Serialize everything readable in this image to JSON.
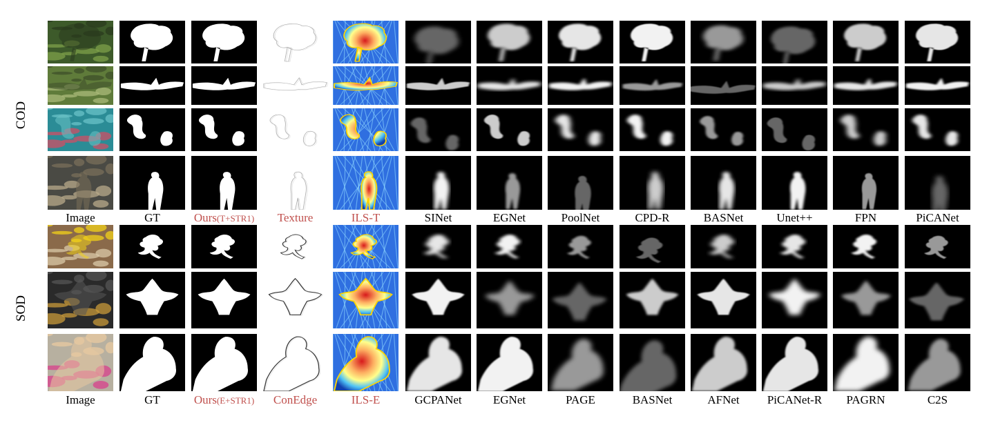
{
  "sections": [
    {
      "label": "COD",
      "captions": [
        {
          "text": "Image",
          "highlight": false
        },
        {
          "text": "GT",
          "highlight": false
        },
        {
          "text": "Ours",
          "sub": "(T+STR1)",
          "highlight": true
        },
        {
          "text": "Texture",
          "highlight": true
        },
        {
          "text": "ILS-T",
          "highlight": true
        },
        {
          "text": "SINet",
          "highlight": false
        },
        {
          "text": "EGNet",
          "highlight": false
        },
        {
          "text": "PoolNet",
          "highlight": false
        },
        {
          "text": "CPD-R",
          "highlight": false
        },
        {
          "text": "BASNet",
          "highlight": false
        },
        {
          "text": "Unet++",
          "highlight": false
        },
        {
          "text": "FPN",
          "highlight": false
        },
        {
          "text": "PiCANet",
          "highlight": false
        }
      ],
      "rows": [
        {
          "scene": "frog-on-branch"
        },
        {
          "scene": "leaf-insect"
        },
        {
          "scene": "coral-seahorse"
        },
        {
          "scene": "person-in-store"
        }
      ]
    },
    {
      "label": "SOD",
      "captions": [
        {
          "text": "Image",
          "highlight": false
        },
        {
          "text": "GT",
          "highlight": false
        },
        {
          "text": "Ours",
          "sub": "(E+STR1)",
          "highlight": true
        },
        {
          "text": "ConEdge",
          "highlight": true
        },
        {
          "text": "ILS-E",
          "highlight": true
        },
        {
          "text": "GCPANet",
          "highlight": false
        },
        {
          "text": "EGNet",
          "highlight": false
        },
        {
          "text": "PAGE",
          "highlight": false
        },
        {
          "text": "BASNet",
          "highlight": false
        },
        {
          "text": "AFNet",
          "highlight": false
        },
        {
          "text": "PiCANet-R",
          "highlight": false
        },
        {
          "text": "PAGRN",
          "highlight": false
        },
        {
          "text": "C2S",
          "highlight": false
        }
      ],
      "rows": [
        {
          "scene": "yellow-flower"
        },
        {
          "scene": "golden-ornament"
        },
        {
          "scene": "woman-sitting"
        }
      ]
    }
  ],
  "colors": {
    "caption_default": "#000000",
    "caption_highlight": "#c0504d",
    "mask_background": "#000000",
    "mask_foreground": "#ffffff"
  }
}
